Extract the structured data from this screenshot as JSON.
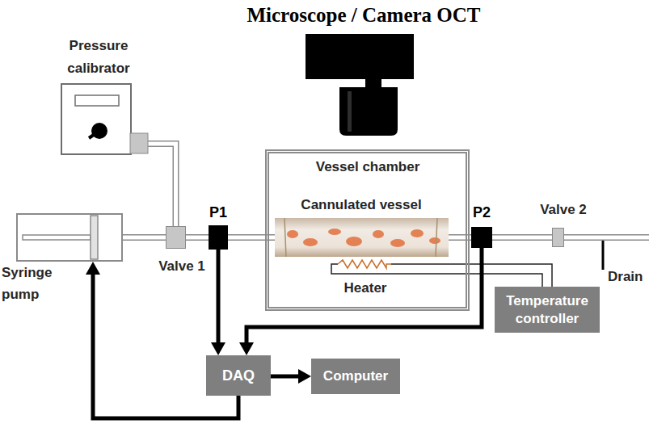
{
  "diagram": {
    "nodes": [
      {
        "text": [
          "Pressure calibrator"
        ]
      },
      {
        "text": [
          "Syringe pump"
        ]
      },
      {
        "text": [
          "Valve 1"
        ]
      },
      {
        "text": [
          "P1"
        ]
      },
      {
        "text": [
          "Vessel chamber"
        ]
      },
      {
        "text": [
          "Cannulated vessel"
        ],
        "in": 4
      },
      {
        "text": [
          "Heater"
        ],
        "in": 4
      },
      {
        "text": [
          "P2"
        ]
      },
      {
        "text": [
          "Valve 2"
        ]
      },
      {
        "text": [
          "Temperature controller"
        ]
      },
      {
        "text": [
          "DAQ"
        ]
      },
      {
        "text": [
          "Computer"
        ]
      }
    ],
    "edges": [
      {
        "from": 1,
        "to": 2,
        "arrow": "none"
      },
      {
        "from": 0,
        "to": 2,
        "arrow": "none"
      },
      {
        "from": 2,
        "to": 3,
        "arrow": "none"
      },
      {
        "from": 3,
        "to": 5,
        "arrow": "none"
      },
      {
        "from": 5,
        "to": 7,
        "arrow": "none"
      },
      {
        "from": 7,
        "to": 8,
        "arrow": "none"
      },
      {
        "from": 6,
        "to": 9,
        "arrow": "none"
      },
      {
        "from": 3,
        "to": 10,
        "arrow": "to"
      },
      {
        "from": 7,
        "to": 10,
        "arrow": "to"
      },
      {
        "from": 10,
        "to": 11,
        "arrow": "to"
      },
      {
        "from": 10,
        "to": 1,
        "arrow": "to"
      }
    ],
    "labels": [
      "Microscope / Camera OCT",
      "Drain"
    ]
  }
}
